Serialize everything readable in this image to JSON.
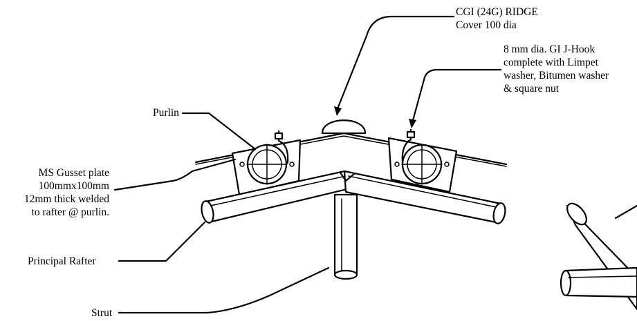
{
  "labels": {
    "ridge": [
      "CGI (24G) RIDGE",
      "Cover 100 dia"
    ],
    "jhook": [
      "8 mm dia. GI J-Hook",
      "complete with Limpet",
      "washer, Bitumen washer",
      "& square nut"
    ],
    "purlin": "Purlin",
    "gusset": [
      "MS Gusset plate",
      "100mmx100mm",
      "12mm thick welded",
      "to rafter @ purlin."
    ],
    "rafter": "Principal Rafter",
    "strut": "Strut"
  }
}
